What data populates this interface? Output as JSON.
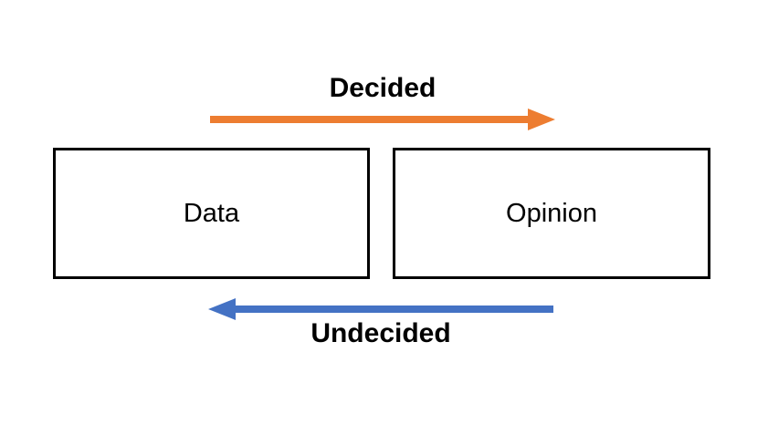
{
  "diagram": {
    "background_color": "#ffffff",
    "nodes": [
      {
        "id": "data",
        "label": "Data"
      },
      {
        "id": "opinion",
        "label": "Opinion"
      }
    ],
    "edges": [
      {
        "id": "decided",
        "label": "Decided",
        "direction": "right",
        "from": "data",
        "to": "opinion",
        "color": "#ED7D31"
      },
      {
        "id": "undecided",
        "label": "Undecided",
        "direction": "left",
        "from": "opinion",
        "to": "data",
        "color": "#4472C4"
      }
    ],
    "colors": {
      "border": "#000000",
      "text": "#000000"
    }
  }
}
